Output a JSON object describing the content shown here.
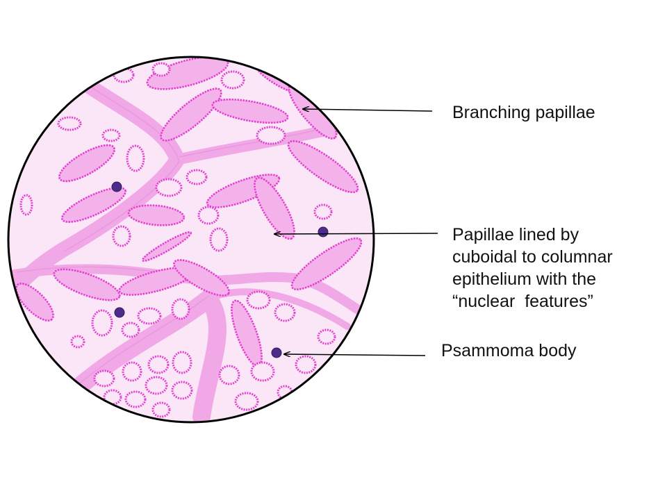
{
  "labels": {
    "branching_papillae": "Branching papillae",
    "papillae_lined": [
      "Papillae lined by",
      "cuboidal to columnar",
      "epithelium with the",
      "“nuclear  features”"
    ],
    "psammoma_body": "Psammoma body"
  },
  "colors": {
    "stain_pink": "#e33fd0",
    "stain_light": "#f6c6ee",
    "psammoma": "#4b2c8a",
    "circle_border": "#000000"
  }
}
